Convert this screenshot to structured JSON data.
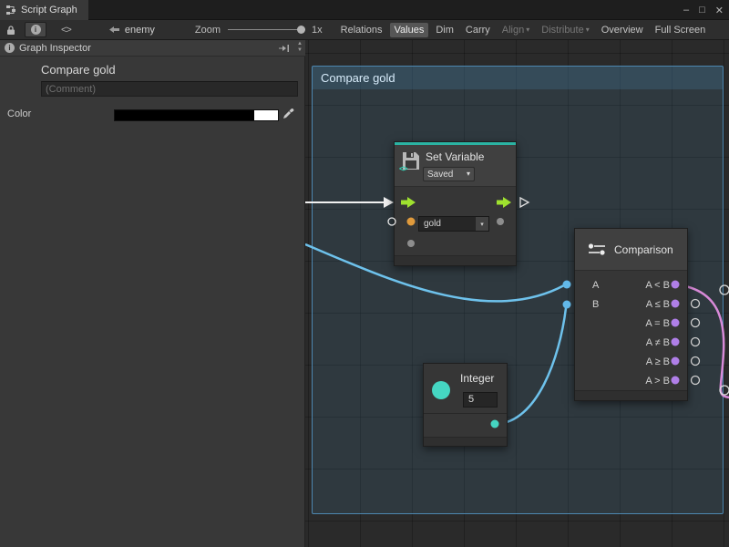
{
  "window": {
    "tab_title": "Script Graph"
  },
  "icons": {
    "minimize": "–",
    "maximize": "□",
    "close": "✕",
    "chevron_down": "▾",
    "code": "<>",
    "scroll_up": "▲",
    "scroll_down": "▼",
    "info": "i"
  },
  "toolbar": {
    "graph_name": "enemy",
    "zoom_label": "Zoom",
    "zoom_value": "1x",
    "buttons": [
      {
        "label": "Relations",
        "active": false
      },
      {
        "label": "Values",
        "active": true
      },
      {
        "label": "Dim",
        "active": false
      },
      {
        "label": "Carry",
        "active": false
      },
      {
        "label": "Align",
        "active": false,
        "disabled": true,
        "dropdown": true
      },
      {
        "label": "Distribute",
        "active": false,
        "disabled": true,
        "dropdown": true
      },
      {
        "label": "Overview",
        "active": false
      },
      {
        "label": "Full Screen",
        "active": false
      }
    ]
  },
  "inspector": {
    "header": "Graph Inspector",
    "graph_title": "Compare gold",
    "comment_placeholder": "(Comment)",
    "color_label": "Color",
    "color_value": "#000000"
  },
  "graph": {
    "group_title": "Compare gold",
    "set_variable": {
      "title": "Set Variable",
      "scope": "Saved",
      "variable": "gold"
    },
    "comparison": {
      "title": "Comparison",
      "input_a": "A",
      "input_b": "B",
      "outputs": [
        "A < B",
        "A ≤ B",
        "A = B",
        "A ≠ B",
        "A ≥ B",
        "A > B"
      ]
    },
    "integer": {
      "title": "Integer",
      "value": "5"
    }
  },
  "colors": {
    "accent_teal": "#2bb3a3",
    "flow_green": "#9fe12f",
    "wire_blue": "#6ec2ec",
    "wire_pink": "#d88ad8",
    "port_orange": "#e09a3c",
    "port_purple": "#b07fe8",
    "port_cyan": "#62b8e8",
    "port_teal": "#45d6c2",
    "group_border": "#4d87b0"
  }
}
